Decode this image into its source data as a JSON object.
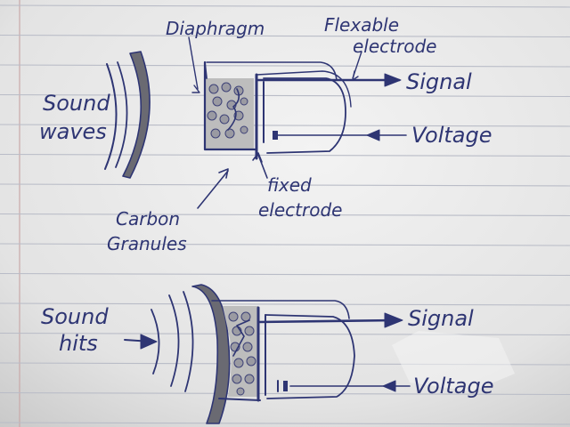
{
  "colors": {
    "ink": "#2e3573",
    "paper": "#ececec",
    "ruled_line": "#b9bcc7",
    "margin_line": "#c9a9a9",
    "diaphragm_fill": "#6a6a72",
    "granules_fill": "#bdbdbd"
  },
  "top_diagram": {
    "label_sound": "Sound",
    "label_waves": "waves",
    "label_diaphragm": "Diaphragm",
    "label_flexible_1": "Flexable",
    "label_flexible_2": "electrode",
    "label_signal": "Signal",
    "label_voltage": "Voltage",
    "label_fixed_1": "fixed",
    "label_fixed_2": "electrode",
    "label_carbon_1": "Carbon",
    "label_carbon_2": "Granules"
  },
  "bottom_diagram": {
    "label_sound": "Sound",
    "label_hits": "hits",
    "label_signal": "Signal",
    "label_voltage": "Voltage"
  }
}
